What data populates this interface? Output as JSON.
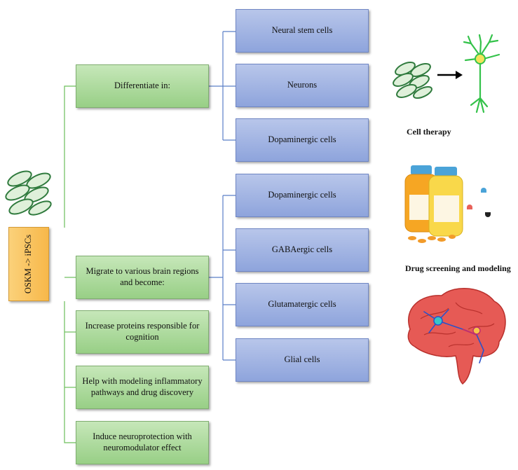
{
  "root": {
    "label": "OSKM -> iPSCs"
  },
  "branches": [
    {
      "label": "Differentiate in:",
      "children": [
        "Neural stem cells",
        "Neurons",
        "Dopaminergic cells"
      ]
    },
    {
      "label": "Migrate to various brain regions and become:",
      "children": [
        "Dopaminergic cells",
        "GABAergic cells",
        "Glutamatergic cells",
        "Glial cells"
      ]
    },
    {
      "label": "Increase proteins responsible for cognition",
      "children": []
    },
    {
      "label": "Help with modeling inflammatory pathways and drug discovery",
      "children": []
    },
    {
      "label": "Induce neuroprotection with neuromodulator effect",
      "children": []
    }
  ],
  "applications": [
    {
      "caption": "Cell therapy",
      "icon": "cell-to-neuron-icon"
    },
    {
      "caption": "Drug screening and modeling",
      "icon": "drug-bottles-icon"
    },
    {
      "caption": "",
      "icon": "brain-neuron-icon"
    }
  ],
  "colors": {
    "green": "#98cf86",
    "blue": "#8ea4dc",
    "orange": "#f7b84a",
    "connector_green": "#6cbf5a",
    "connector_blue": "#5b7fc8"
  }
}
